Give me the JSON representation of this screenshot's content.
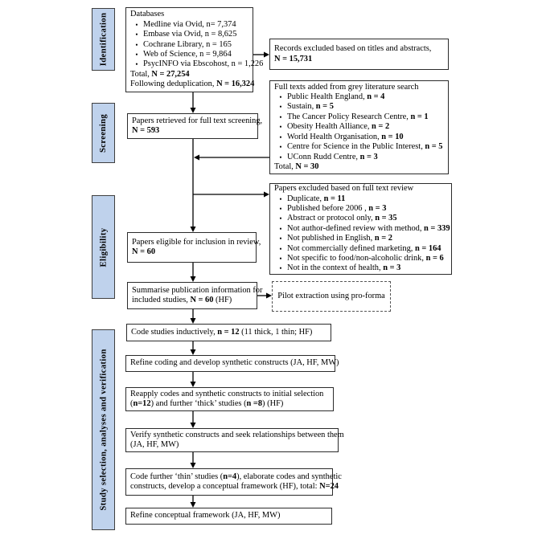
{
  "colors": {
    "stage_fill": "#bfd2ec",
    "stage_border": "#3f3f3f",
    "box_border": "#2b2b2b",
    "arrow": "#000000",
    "background": "#ffffff"
  },
  "glyphs": {
    "bullet": "•"
  },
  "stages": [
    {
      "label": "Identification"
    },
    {
      "label": "Screening"
    },
    {
      "label": "Eligibility"
    },
    {
      "label": "Study selection, analyses and verification"
    }
  ],
  "boxes": {
    "databases": {
      "rows": [
        {
          "segs": [
            {
              "t": "Databases"
            }
          ]
        },
        {
          "bullet": true,
          "segs": [
            {
              "t": "Medline via Ovid, n= 7,374"
            }
          ]
        },
        {
          "bullet": true,
          "segs": [
            {
              "t": "Embase via Ovid, n = 8,625"
            }
          ]
        },
        {
          "bullet": true,
          "segs": [
            {
              "t": "Cochrane Library, n = 165"
            }
          ]
        },
        {
          "bullet": true,
          "segs": [
            {
              "t": "Web of Science, n = 9,864"
            }
          ]
        },
        {
          "bullet": true,
          "segs": [
            {
              "t": "PsycINFO via Ebscohost, n = 1,226"
            }
          ]
        },
        {
          "segs": [
            {
              "t": "Total, "
            },
            {
              "t": "N = 27,254",
              "b": true
            }
          ]
        },
        {
          "segs": [
            {
              "t": "Following deduplication, "
            },
            {
              "t": "N = 16,324",
              "b": true
            }
          ]
        }
      ]
    },
    "records_excluded": {
      "rows": [
        {
          "segs": [
            {
              "t": "Records excluded based on titles and abstracts,"
            }
          ]
        },
        {
          "segs": [
            {
              "t": "N = 15,731",
              "b": true
            }
          ]
        }
      ]
    },
    "grey_literature": {
      "rows": [
        {
          "segs": [
            {
              "t": "Full texts added from grey literature search"
            }
          ]
        },
        {
          "bullet": true,
          "segs": [
            {
              "t": "Public Health England, "
            },
            {
              "t": "n = 4",
              "b": true
            }
          ]
        },
        {
          "bullet": true,
          "segs": [
            {
              "t": "Sustain, "
            },
            {
              "t": "n = 5",
              "b": true
            }
          ]
        },
        {
          "bullet": true,
          "segs": [
            {
              "t": "The Cancer Policy Research Centre, "
            },
            {
              "t": "n = 1",
              "b": true
            }
          ]
        },
        {
          "bullet": true,
          "segs": [
            {
              "t": "Obesity Health Alliance, "
            },
            {
              "t": "n = 2",
              "b": true
            }
          ]
        },
        {
          "bullet": true,
          "segs": [
            {
              "t": "World Health Organisation, "
            },
            {
              "t": "n = 10",
              "b": true
            }
          ]
        },
        {
          "bullet": true,
          "segs": [
            {
              "t": "Centre for Science in the Public Interest, "
            },
            {
              "t": "n = 5",
              "b": true
            }
          ]
        },
        {
          "bullet": true,
          "segs": [
            {
              "t": "UConn Rudd Centre, "
            },
            {
              "t": "n = 3",
              "b": true
            }
          ]
        },
        {
          "segs": [
            {
              "t": "Total, "
            },
            {
              "t": "N = 30",
              "b": true
            }
          ]
        }
      ]
    },
    "papers_retrieved": {
      "rows": [
        {
          "segs": [
            {
              "t": "Papers retrieved for full text screening,"
            }
          ]
        },
        {
          "segs": [
            {
              "t": "N = 593",
              "b": true
            }
          ]
        }
      ]
    },
    "papers_excluded": {
      "rows": [
        {
          "segs": [
            {
              "t": "Papers excluded based on full text review"
            }
          ]
        },
        {
          "bullet": true,
          "segs": [
            {
              "t": "Duplicate, "
            },
            {
              "t": "n = 11",
              "b": true
            }
          ]
        },
        {
          "bullet": true,
          "segs": [
            {
              "t": "Published before 2006 , "
            },
            {
              "t": "n = 3",
              "b": true
            }
          ]
        },
        {
          "bullet": true,
          "segs": [
            {
              "t": "Abstract or protocol only, "
            },
            {
              "t": "n = 35",
              "b": true
            }
          ]
        },
        {
          "bullet": true,
          "segs": [
            {
              "t": "Not author-defined review with method, "
            },
            {
              "t": "n = 339",
              "b": true
            }
          ]
        },
        {
          "bullet": true,
          "segs": [
            {
              "t": "Not published in English, "
            },
            {
              "t": "n = 2",
              "b": true
            }
          ]
        },
        {
          "bullet": true,
          "segs": [
            {
              "t": "Not commercially defined marketing, "
            },
            {
              "t": "n = 164",
              "b": true
            }
          ]
        },
        {
          "bullet": true,
          "segs": [
            {
              "t": "Not specific to food/non-alcoholic drink, "
            },
            {
              "t": "n = 6",
              "b": true
            }
          ]
        },
        {
          "bullet": true,
          "segs": [
            {
              "t": "Not in the context of health, "
            },
            {
              "t": "n = 3",
              "b": true
            }
          ]
        }
      ]
    },
    "papers_eligible": {
      "rows": [
        {
          "segs": [
            {
              "t": "Papers eligible for inclusion in review,"
            }
          ]
        },
        {
          "segs": [
            {
              "t": "N = 60",
              "b": true
            }
          ]
        }
      ]
    },
    "summarise": {
      "rows": [
        {
          "segs": [
            {
              "t": "Summarise publication information for"
            }
          ]
        },
        {
          "segs": [
            {
              "t": "included studies, "
            },
            {
              "t": "N = 60",
              "b": true
            },
            {
              "t": " (HF)"
            }
          ]
        }
      ]
    },
    "pilot_extraction": {
      "rows": [
        {
          "segs": [
            {
              "t": "Pilot extraction using pro-forma"
            }
          ]
        }
      ]
    },
    "code_inductively": {
      "rows": [
        {
          "segs": [
            {
              "t": "Code studies inductively,  "
            },
            {
              "t": "n = 12",
              "b": true
            },
            {
              "t": " (11 thick, 1 thin; HF)"
            }
          ]
        }
      ]
    },
    "refine_coding": {
      "rows": [
        {
          "segs": [
            {
              "t": "Refine coding and develop synthetic constructs (JA, HF, MW)"
            }
          ]
        }
      ]
    },
    "reapply_codes": {
      "rows": [
        {
          "segs": [
            {
              "t": "Reapply codes and synthetic constructs to initial  selection"
            }
          ]
        },
        {
          "segs": [
            {
              "t": "("
            },
            {
              "t": "n=12",
              "b": true
            },
            {
              "t": ") and further ‘thick’ studies ("
            },
            {
              "t": "n =8",
              "b": true
            },
            {
              "t": ") (HF)"
            }
          ]
        }
      ]
    },
    "verify_constructs": {
      "rows": [
        {
          "segs": [
            {
              "t": "Verify synthetic constructs and seek relationships  between them"
            }
          ]
        },
        {
          "segs": [
            {
              "t": "(JA, HF, MW)"
            }
          ]
        }
      ]
    },
    "code_further": {
      "rows": [
        {
          "segs": [
            {
              "t": "Code further ‘thin’ studies ("
            },
            {
              "t": "n=4",
              "b": true
            },
            {
              "t": "), elaborate codes and synthetic"
            }
          ]
        },
        {
          "segs": [
            {
              "t": "constructs, develop a conceptual framework (HF), total: "
            },
            {
              "t": "N=24",
              "b": true
            }
          ]
        }
      ]
    },
    "refine_framework": {
      "rows": [
        {
          "segs": [
            {
              "t": "Refine conceptual framework (JA, HF, MW)"
            }
          ]
        }
      ]
    }
  }
}
